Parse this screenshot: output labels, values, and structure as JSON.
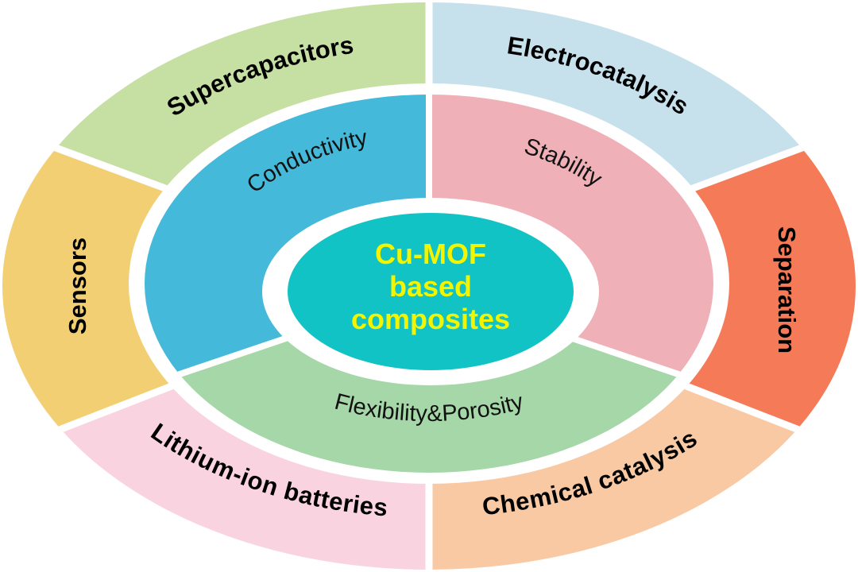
{
  "center": {
    "lines": [
      "Cu-MOF",
      "based",
      "composites"
    ],
    "color": "#12c3c6",
    "text_color": "#f3f500"
  },
  "properties": [
    {
      "label": "Conductivity",
      "color": "#44b9d9"
    },
    {
      "label": "Stability",
      "color": "#f0b0b8"
    },
    {
      "label": "Flexibility&Porosity",
      "color": "#a6d7a8"
    }
  ],
  "applications": [
    {
      "label": "Supercapacitors",
      "color": "#c6dfa2"
    },
    {
      "label": "Electrocatalysis",
      "color": "#c7e1ec"
    },
    {
      "label": "Separation",
      "color": "#f47a58"
    },
    {
      "label": "Chemical catalysis",
      "color": "#f9c9a4"
    },
    {
      "label": "Lithium-ion batteries",
      "color": "#f9d4e0"
    },
    {
      "label": "Sensors",
      "color": "#f2cf73"
    }
  ]
}
